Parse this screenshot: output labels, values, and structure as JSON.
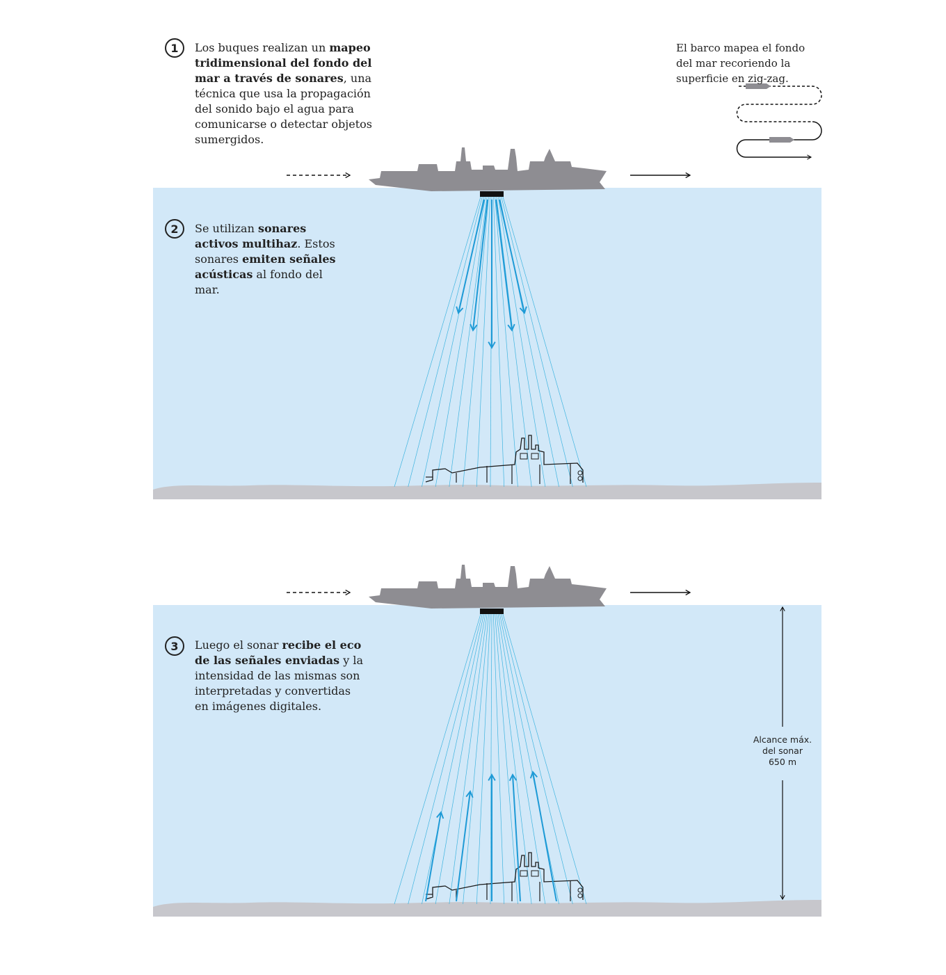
{
  "steps": [
    {
      "number": "1",
      "parts": [
        {
          "text": "Los buques realizan un ",
          "bold": false
        },
        {
          "text": "mapeo tridimensional del fondo del mar a través de sonares",
          "bold": true
        },
        {
          "text": ", una técnica que usa la propagación del sonido bajo el agua para comunicarse o detectar objetos sumergidos.",
          "bold": false
        }
      ]
    },
    {
      "number": "2",
      "parts": [
        {
          "text": "Se utilizan ",
          "bold": false
        },
        {
          "text": "sonares activos multihaz",
          "bold": true
        },
        {
          "text": ". Estos sonares ",
          "bold": false
        },
        {
          "text": "emiten señales acústicas",
          "bold": true
        },
        {
          "text": " al fondo del mar.",
          "bold": false
        }
      ]
    },
    {
      "number": "3",
      "parts": [
        {
          "text": "Luego el sonar ",
          "bold": false
        },
        {
          "text": "recibe el eco de las señales enviadas",
          "bold": true
        },
        {
          "text": " y la inten­sidad de las mismas son inter­pretadas y convertidas en imá­genes digitales.",
          "bold": false
        }
      ]
    }
  ],
  "zigzag_note": "El barco mapea el fondo del mar recoriendo la superficie en zig-zag.",
  "range_label": [
    "Alcance máx.",
    "del sonar",
    "650 m"
  ],
  "colors": {
    "water": "#d2e8f8",
    "seabed": "#c7c7cc",
    "ship": "#8e8d92",
    "beam_line": "#3fb4e0",
    "signal_arrow": "#1e9ad6",
    "ink": "#222222"
  },
  "icons": [
    "ship-icon",
    "submarine-icon",
    "sonar-transducer-icon",
    "zigzag-route-icon",
    "down-arrow-icon",
    "up-arrow-icon"
  ]
}
